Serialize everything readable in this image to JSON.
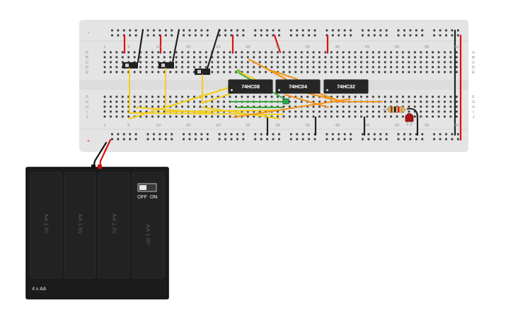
{
  "diagram": {
    "nodes": [
      {
        "text": [
          "1",
          "5",
          "10",
          "15",
          "20",
          "25",
          "30",
          "35",
          "40",
          "45",
          "50",
          "55",
          "60",
          "1",
          "5",
          "10",
          "15",
          "20",
          "25",
          "30",
          "35",
          "40",
          "45",
          "50",
          "55",
          "60",
          "A",
          "B",
          "C",
          "D",
          "E",
          "F",
          "G",
          "H",
          "I",
          "J",
          "A",
          "B",
          "C",
          "D",
          "E",
          "F",
          "G",
          "H",
          "I",
          "J",
          "-",
          "+"
        ]
      },
      {
        "text": [
          "74HC08"
        ],
        "in": 0
      },
      {
        "text": [
          "74HC04"
        ],
        "in": 0
      },
      {
        "text": [
          "74HC32"
        ],
        "in": 0
      },
      {
        "text": [
          "4 x AA",
          "OFF",
          "ON",
          "AA 1.5V",
          "AA 1.5V",
          "AA 1.5V",
          "AA 1.5V"
        ]
      }
    ]
  }
}
